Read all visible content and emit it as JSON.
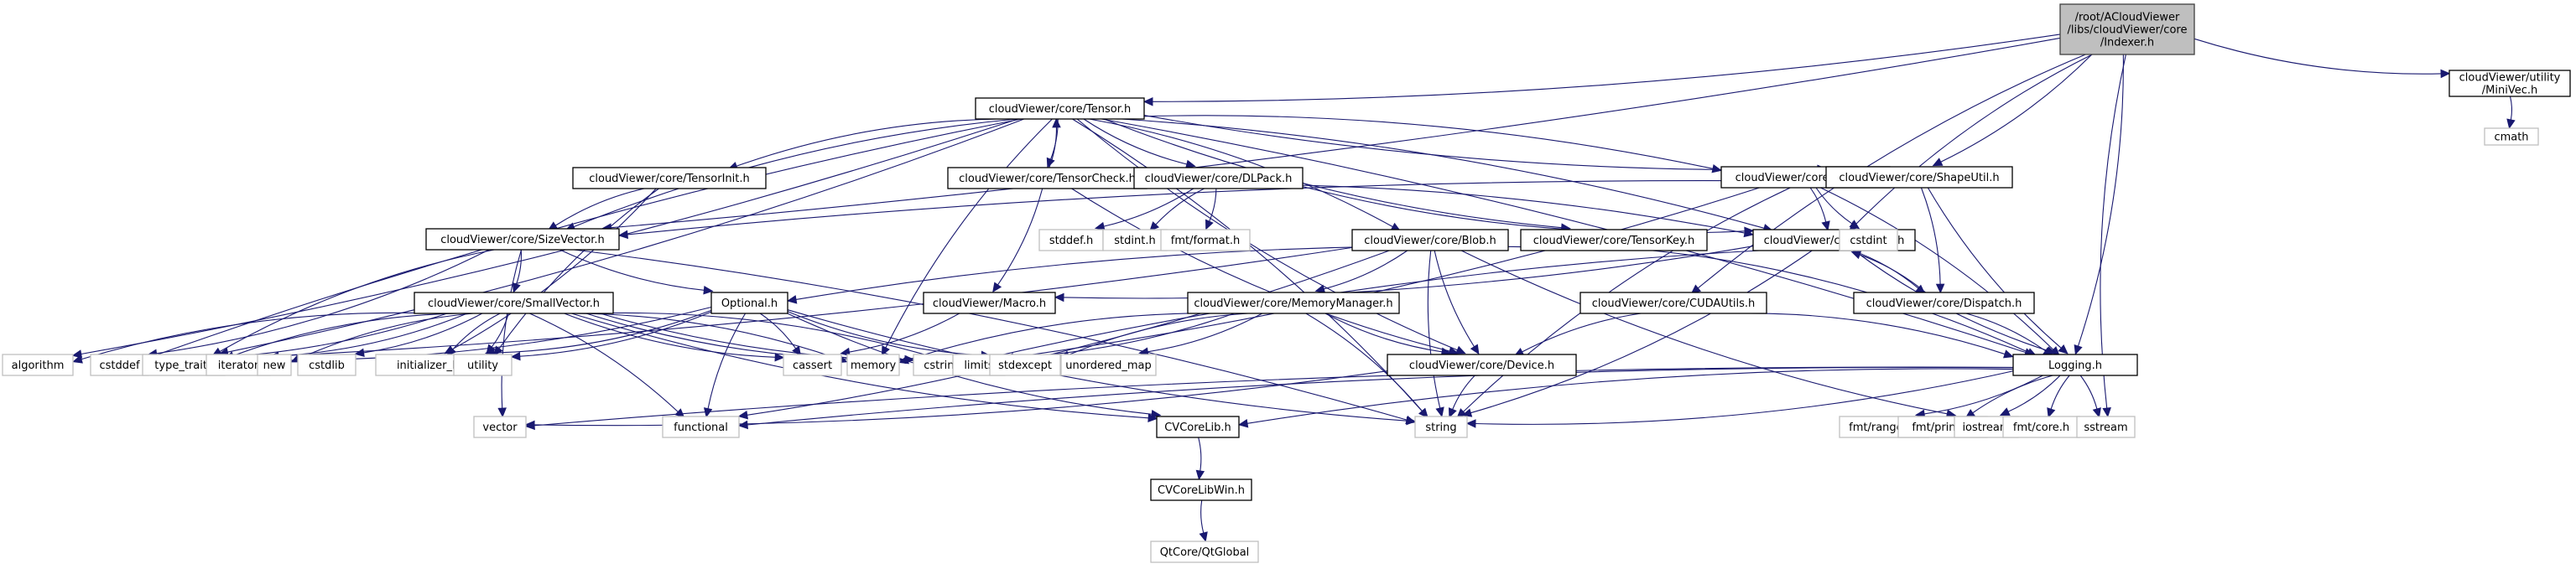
{
  "graph": {
    "title": "Include dependency graph for Indexer.h",
    "colors": {
      "edge": "#191970",
      "root_fill": "#bfbfbf",
      "node_border": "#000000",
      "system_border": "#bfbfbf"
    },
    "nodes": [
      {
        "id": "indexer",
        "kind": "root",
        "lines": [
          "/root/ACloudViewer",
          "/libs/cloudViewer/core",
          "/Indexer.h"
        ]
      },
      {
        "id": "tensor",
        "kind": "project",
        "lines": [
          "cloudViewer/core/Tensor.h"
        ]
      },
      {
        "id": "minivec",
        "kind": "project",
        "lines": [
          "cloudViewer/utility",
          "/MiniVec.h"
        ]
      },
      {
        "id": "cmath",
        "kind": "system",
        "lines": [
          "cmath"
        ]
      },
      {
        "id": "tensorinit",
        "kind": "project",
        "lines": [
          "cloudViewer/core/TensorInit.h"
        ]
      },
      {
        "id": "tensorcheck",
        "kind": "project",
        "lines": [
          "cloudViewer/core/TensorCheck.h"
        ]
      },
      {
        "id": "dlpack",
        "kind": "project",
        "lines": [
          "cloudViewer/core/DLPack.h"
        ]
      },
      {
        "id": "scalar",
        "kind": "project",
        "lines": [
          "cloudViewer/core/Scalar.h"
        ]
      },
      {
        "id": "shapeutil",
        "kind": "project",
        "lines": [
          "cloudViewer/core/ShapeUtil.h"
        ]
      },
      {
        "id": "sizevector",
        "kind": "project",
        "lines": [
          "cloudViewer/core/SizeVector.h"
        ]
      },
      {
        "id": "stddef_h",
        "kind": "system",
        "lines": [
          "stddef.h"
        ]
      },
      {
        "id": "stdint_h",
        "kind": "system",
        "lines": [
          "stdint.h"
        ]
      },
      {
        "id": "fmtformat",
        "kind": "system",
        "lines": [
          "fmt/format.h"
        ]
      },
      {
        "id": "blob",
        "kind": "project",
        "lines": [
          "cloudViewer/core/Blob.h"
        ]
      },
      {
        "id": "tensorkey",
        "kind": "project",
        "lines": [
          "cloudViewer/core/TensorKey.h"
        ]
      },
      {
        "id": "dtype",
        "kind": "project",
        "lines": [
          "cloudViewer/core/Dtype.h"
        ]
      },
      {
        "id": "cstdint",
        "kind": "system",
        "lines": [
          "cstdint"
        ]
      },
      {
        "id": "smallvector",
        "kind": "project",
        "lines": [
          "cloudViewer/core/SmallVector.h"
        ]
      },
      {
        "id": "optional",
        "kind": "project",
        "lines": [
          "Optional.h"
        ]
      },
      {
        "id": "macro",
        "kind": "project",
        "lines": [
          "cloudViewer/Macro.h"
        ]
      },
      {
        "id": "memorymanager",
        "kind": "project",
        "lines": [
          "cloudViewer/core/MemoryManager.h"
        ]
      },
      {
        "id": "cudautils",
        "kind": "project",
        "lines": [
          "cloudViewer/core/CUDAUtils.h"
        ]
      },
      {
        "id": "dispatch",
        "kind": "project",
        "lines": [
          "cloudViewer/core/Dispatch.h"
        ]
      },
      {
        "id": "algorithm",
        "kind": "system",
        "lines": [
          "algorithm"
        ]
      },
      {
        "id": "cstddef",
        "kind": "system",
        "lines": [
          "cstddef"
        ]
      },
      {
        "id": "type_traits",
        "kind": "system",
        "lines": [
          "type_traits"
        ]
      },
      {
        "id": "iterator",
        "kind": "system",
        "lines": [
          "iterator"
        ]
      },
      {
        "id": "new",
        "kind": "system",
        "lines": [
          "new"
        ]
      },
      {
        "id": "cstdlib",
        "kind": "system",
        "lines": [
          "cstdlib"
        ]
      },
      {
        "id": "initializer_list",
        "kind": "system",
        "lines": [
          "initializer_list"
        ]
      },
      {
        "id": "utility",
        "kind": "system",
        "lines": [
          "utility"
        ]
      },
      {
        "id": "cassert",
        "kind": "system",
        "lines": [
          "cassert"
        ]
      },
      {
        "id": "memory",
        "kind": "system",
        "lines": [
          "memory"
        ]
      },
      {
        "id": "cstring",
        "kind": "system",
        "lines": [
          "cstring"
        ]
      },
      {
        "id": "limits",
        "kind": "system",
        "lines": [
          "limits"
        ]
      },
      {
        "id": "stdexcept",
        "kind": "system",
        "lines": [
          "stdexcept"
        ]
      },
      {
        "id": "unordered_map",
        "kind": "system",
        "lines": [
          "unordered_map"
        ]
      },
      {
        "id": "device",
        "kind": "project",
        "lines": [
          "cloudViewer/core/Device.h"
        ]
      },
      {
        "id": "logging",
        "kind": "project",
        "lines": [
          "Logging.h"
        ]
      },
      {
        "id": "vector",
        "kind": "system",
        "lines": [
          "vector"
        ]
      },
      {
        "id": "functional",
        "kind": "system",
        "lines": [
          "functional"
        ]
      },
      {
        "id": "cvcorelib",
        "kind": "project",
        "lines": [
          "CVCoreLib.h"
        ]
      },
      {
        "id": "string",
        "kind": "system",
        "lines": [
          "string"
        ]
      },
      {
        "id": "fmtranges",
        "kind": "system",
        "lines": [
          "fmt/ranges.h"
        ]
      },
      {
        "id": "fmtprintf",
        "kind": "system",
        "lines": [
          "fmt/printf.h"
        ]
      },
      {
        "id": "iostream",
        "kind": "system",
        "lines": [
          "iostream"
        ]
      },
      {
        "id": "fmtcore",
        "kind": "system",
        "lines": [
          "fmt/core.h"
        ]
      },
      {
        "id": "sstream",
        "kind": "system",
        "lines": [
          "sstream"
        ]
      },
      {
        "id": "cvcorelibwin",
        "kind": "project",
        "lines": [
          "CVCoreLibWin.h"
        ]
      },
      {
        "id": "qtglobal",
        "kind": "system",
        "lines": [
          "QtCore/QtGlobal"
        ]
      }
    ],
    "edges": [
      [
        "indexer",
        "tensor"
      ],
      [
        "indexer",
        "minivec"
      ],
      [
        "indexer",
        "sizevector"
      ],
      [
        "indexer",
        "dtype"
      ],
      [
        "indexer",
        "shapeutil"
      ],
      [
        "indexer",
        "cudautils"
      ],
      [
        "indexer",
        "logging"
      ],
      [
        "indexer",
        "sstream"
      ],
      [
        "minivec",
        "cmath"
      ],
      [
        "tensor",
        "tensorinit"
      ],
      [
        "tensor",
        "tensorcheck"
      ],
      [
        "tensor",
        "dlpack"
      ],
      [
        "tensor",
        "blob"
      ],
      [
        "tensor",
        "tensorkey"
      ],
      [
        "tensor",
        "scalar"
      ],
      [
        "tensor",
        "shapeutil"
      ],
      [
        "tensor",
        "dtype"
      ],
      [
        "tensor",
        "sizevector"
      ],
      [
        "tensor",
        "algorithm"
      ],
      [
        "tensor",
        "cstddef"
      ],
      [
        "tensor",
        "type_traits"
      ],
      [
        "tensor",
        "memory"
      ],
      [
        "tensor",
        "string"
      ],
      [
        "tensor",
        "device"
      ],
      [
        "tensor",
        "logging"
      ],
      [
        "tensorcheck",
        "tensor"
      ],
      [
        "tensorcheck",
        "macro"
      ],
      [
        "tensorcheck",
        "device"
      ],
      [
        "tensorcheck",
        "dtype"
      ],
      [
        "tensorinit",
        "sizevector"
      ],
      [
        "tensorinit",
        "initializer_list"
      ],
      [
        "tensorinit",
        "utility"
      ],
      [
        "dlpack",
        "stddef_h"
      ],
      [
        "dlpack",
        "stdint_h"
      ],
      [
        "dlpack",
        "fmtformat"
      ],
      [
        "dlpack",
        "dtype"
      ],
      [
        "scalar",
        "dtype"
      ],
      [
        "scalar",
        "cstdint"
      ],
      [
        "scalar",
        "logging"
      ],
      [
        "scalar",
        "string"
      ],
      [
        "scalar",
        "limits"
      ],
      [
        "shapeutil",
        "sizevector"
      ],
      [
        "shapeutil",
        "dispatch"
      ],
      [
        "shapeutil",
        "logging"
      ],
      [
        "sizevector",
        "smallvector"
      ],
      [
        "sizevector",
        "optional"
      ],
      [
        "sizevector",
        "cstddef"
      ],
      [
        "sizevector",
        "vector"
      ],
      [
        "sizevector",
        "string"
      ],
      [
        "sizevector",
        "type_traits"
      ],
      [
        "blob",
        "memorymanager"
      ],
      [
        "blob",
        "device"
      ],
      [
        "blob",
        "cstddef"
      ],
      [
        "blob",
        "string"
      ],
      [
        "blob",
        "functional"
      ],
      [
        "blob",
        "iostream"
      ],
      [
        "tensorkey",
        "logging"
      ],
      [
        "tensorkey",
        "optional"
      ],
      [
        "dtype",
        "dispatch"
      ],
      [
        "dtype",
        "logging"
      ],
      [
        "dtype",
        "string"
      ],
      [
        "dtype",
        "cstring"
      ],
      [
        "dtype",
        "macro"
      ],
      [
        "dispatch",
        "dtype"
      ],
      [
        "dispatch",
        "logging"
      ],
      [
        "smallvector",
        "algorithm"
      ],
      [
        "smallvector",
        "cstddef"
      ],
      [
        "smallvector",
        "type_traits"
      ],
      [
        "smallvector",
        "iterator"
      ],
      [
        "smallvector",
        "new"
      ],
      [
        "smallvector",
        "cstdlib"
      ],
      [
        "smallvector",
        "initializer_list"
      ],
      [
        "smallvector",
        "utility"
      ],
      [
        "smallvector",
        "cassert"
      ],
      [
        "smallvector",
        "memory"
      ],
      [
        "smallvector",
        "cstring"
      ],
      [
        "smallvector",
        "limits"
      ],
      [
        "smallvector",
        "stdexcept"
      ],
      [
        "smallvector",
        "functional"
      ],
      [
        "smallvector",
        "cvcorelib"
      ],
      [
        "optional",
        "cassert"
      ],
      [
        "optional",
        "functional"
      ],
      [
        "optional",
        "initializer_list"
      ],
      [
        "optional",
        "string"
      ],
      [
        "optional",
        "utility"
      ],
      [
        "optional",
        "stdexcept"
      ],
      [
        "optional",
        "type_traits"
      ],
      [
        "optional",
        "cvcorelib"
      ],
      [
        "macro",
        "cassert"
      ],
      [
        "memorymanager",
        "memory"
      ],
      [
        "memorymanager",
        "cstring"
      ],
      [
        "memorymanager",
        "stdexcept"
      ],
      [
        "memorymanager",
        "unordered_map"
      ],
      [
        "memorymanager",
        "device"
      ],
      [
        "memorymanager",
        "string"
      ],
      [
        "cudautils",
        "device"
      ],
      [
        "cudautils",
        "logging"
      ],
      [
        "device",
        "string"
      ],
      [
        "device",
        "vector"
      ],
      [
        "logging",
        "functional"
      ],
      [
        "logging",
        "string"
      ],
      [
        "logging",
        "cvcorelib"
      ],
      [
        "logging",
        "fmtranges"
      ],
      [
        "logging",
        "fmtprintf"
      ],
      [
        "logging",
        "iostream"
      ],
      [
        "logging",
        "fmtcore"
      ],
      [
        "logging",
        "sstream"
      ],
      [
        "logging",
        "vector"
      ],
      [
        "cvcorelib",
        "cvcorelibwin"
      ],
      [
        "cvcorelibwin",
        "qtglobal"
      ]
    ]
  }
}
